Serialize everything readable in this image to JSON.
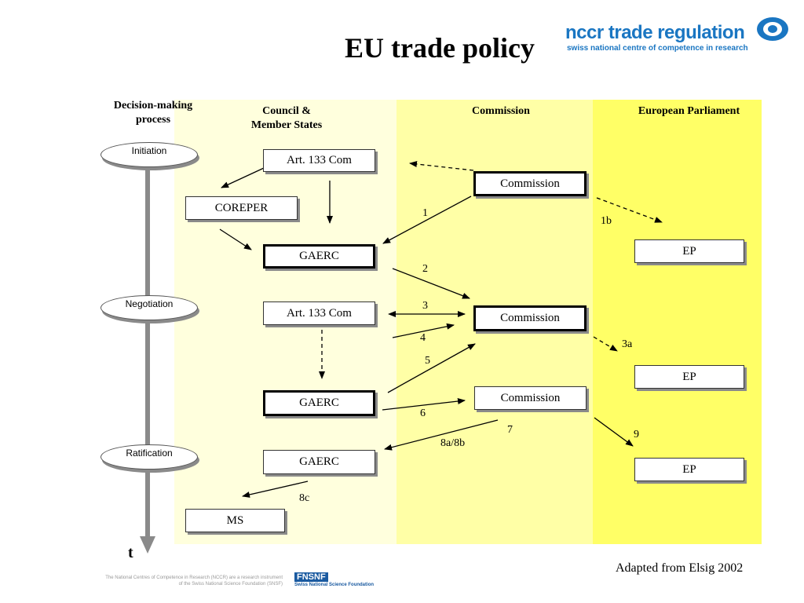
{
  "title": "EU trade policy",
  "logo": {
    "main": "nccr trade regulation",
    "sub": "swiss national centre of competence in research"
  },
  "headers": {
    "process": [
      "Decision-making",
      "process"
    ],
    "council": [
      "Council &",
      "Member States"
    ],
    "commission": "Commission",
    "parliament": "European Parliament"
  },
  "stages": [
    "Initiation",
    "Negotiation",
    "Ratification"
  ],
  "boxes": {
    "art133_1": "Art. 133 Com",
    "coreper": "COREPER",
    "gaerc_1": "GAERC",
    "commission_1": "Commission",
    "ep_1": "EP",
    "art133_2": "Art. 133 Com",
    "commission_2": "Commission",
    "gaerc_2": "GAERC",
    "ep_2": "EP",
    "commission_3": "Commission",
    "gaerc_3": "GAERC",
    "ep_3": "EP",
    "ms": "MS"
  },
  "steps": [
    "1",
    "1b",
    "2",
    "3",
    "4",
    "3a",
    "5",
    "6",
    "7",
    "8a/8b",
    "9",
    "8c"
  ],
  "time_label": "t",
  "source": "Adapted from Elsig 2002",
  "footer": {
    "line1": "The National Centres of Competence in Research (NCCR) are a research instrument",
    "line2": "of the Swiss National Science Foundation (SNSF)",
    "snf_mark": "FNSNF",
    "snf_name": "Swiss National Science Foundation"
  },
  "colors": {
    "band_council": "#ffffdd",
    "band_commission": "#ffffa6",
    "band_parliament": "#ffff66",
    "timeline": "#8a8a8a",
    "logo_blue": "#1a76c2"
  }
}
